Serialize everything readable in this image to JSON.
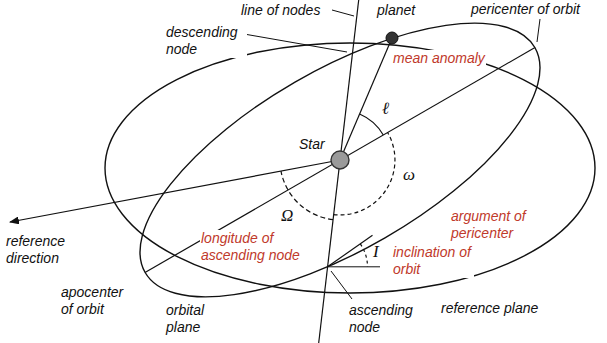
{
  "diagram": {
    "labels": [
      "line of nodes",
      "descending node",
      "planet",
      "pericenter of orbit",
      "ℓ",
      "mean anomaly",
      "Star",
      "ω",
      "argument of pericenter",
      "Ω",
      "longitude of ascending node",
      "reference direction",
      "I",
      "inclination of orbit",
      "apocenter of orbit",
      "orbital plane",
      "reference plane",
      "ascending node"
    ]
  }
}
